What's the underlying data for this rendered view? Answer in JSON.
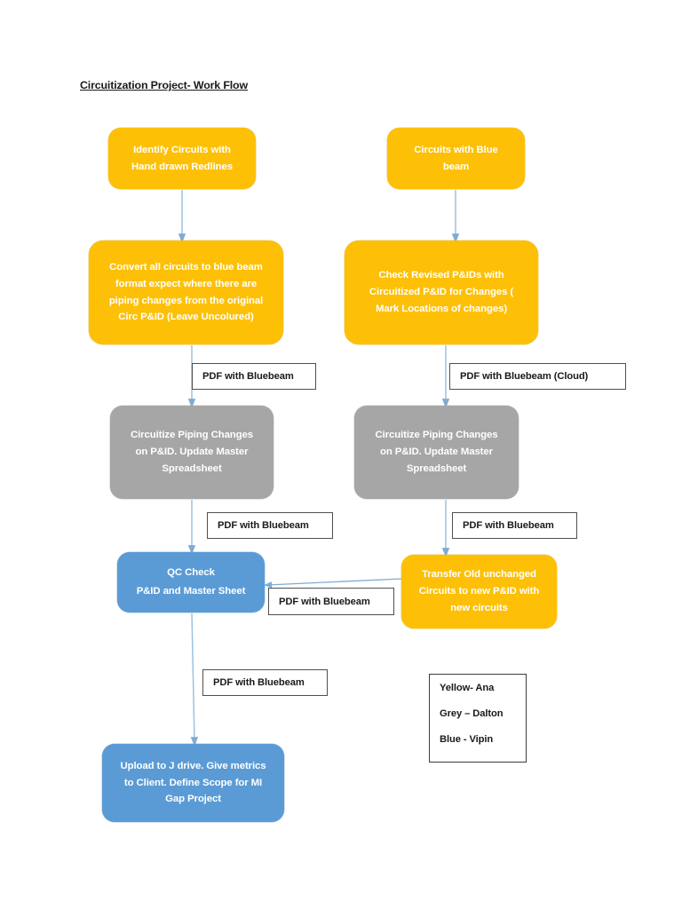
{
  "document": {
    "title": "Circuitization Project- Work Flow"
  },
  "colors": {
    "yellow": "#FDC006",
    "grey": "#A6A6A6",
    "blue": "#5B9BD5",
    "arrow": "#7FABD4",
    "label_border": "#4F4F4F",
    "text_on_shape": "#FFFFFF",
    "text_on_white": "#1A1A1A"
  },
  "nodes": {
    "identify": {
      "color_name": "yellow",
      "lines": [
        "Identify Circuits with",
        "Hand drawn Redlines"
      ]
    },
    "bluebeam_source": {
      "color_name": "yellow",
      "lines": [
        "Circuits with Blue",
        "beam"
      ]
    },
    "convert": {
      "color_name": "yellow",
      "lines": [
        "Convert all circuits to blue beam",
        "format expect where there are",
        "piping changes from the original",
        "Circ P&ID (Leave Uncolured)"
      ]
    },
    "check_revised": {
      "color_name": "yellow",
      "lines": [
        "Check Revised P&IDs with",
        "Circuitized P&ID for Changes (",
        "Mark Locations of changes)"
      ]
    },
    "circuitize_left": {
      "color_name": "grey",
      "lines": [
        "Circuitize Piping Changes",
        "on P&ID. Update Master",
        "Spreadsheet"
      ]
    },
    "circuitize_right": {
      "color_name": "grey",
      "lines": [
        "Circuitize Piping Changes",
        "on P&ID. Update Master",
        "Spreadsheet"
      ]
    },
    "qc_check": {
      "color_name": "blue",
      "lines": [
        "QC Check",
        "P&ID and Master Sheet"
      ]
    },
    "transfer": {
      "color_name": "yellow",
      "lines": [
        "Transfer Old unchanged",
        "Circuits to new P&ID with",
        "new circuits"
      ]
    },
    "upload": {
      "color_name": "blue",
      "lines": [
        "Upload to J drive. Give metrics",
        "to Client. Define Scope for MI",
        "Gap Project"
      ]
    }
  },
  "edge_labels": {
    "convert_to_circuitize": "PDF with Bluebeam",
    "check_to_circuitize": "PDF with Bluebeam (Cloud)",
    "circuitize_left_to_qc": "PDF with Bluebeam",
    "circuitize_right_to_transfer": "PDF with Bluebeam",
    "transfer_to_qc": "PDF with Bluebeam",
    "qc_to_upload": "PDF with Bluebeam"
  },
  "legend": {
    "rows": [
      "Yellow- Ana",
      "Grey – Dalton",
      "Blue - Vipin"
    ]
  }
}
